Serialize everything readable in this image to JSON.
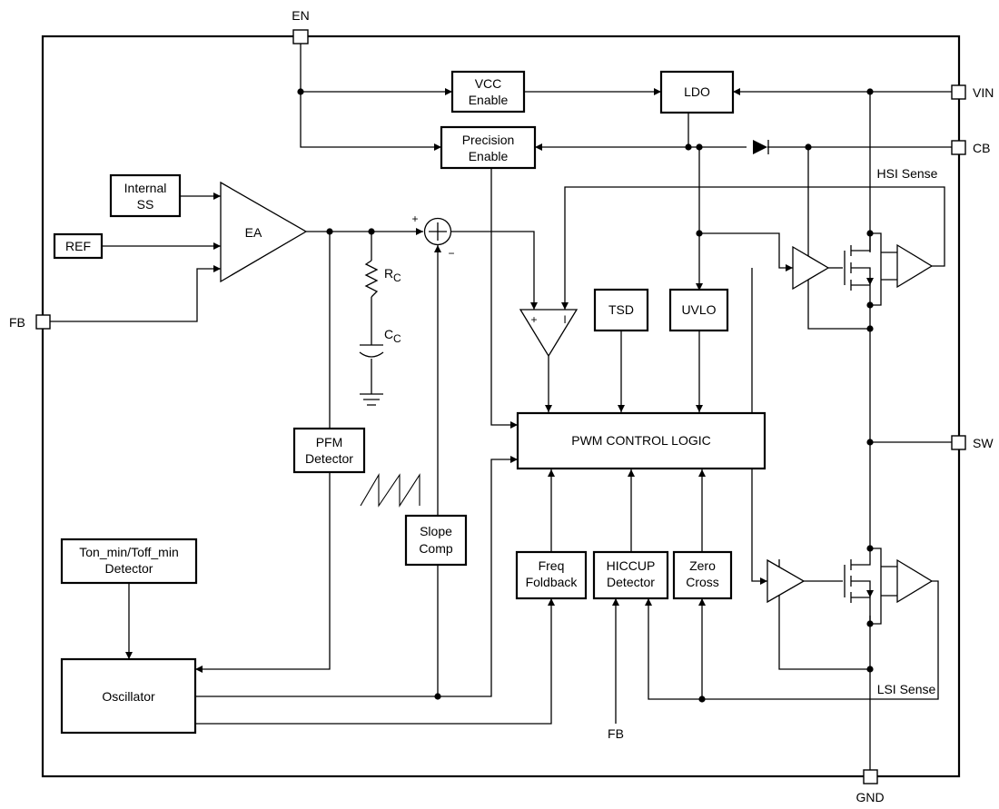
{
  "pins": {
    "en": "EN",
    "vin": "VIN",
    "cb": "CB",
    "sw": "SW",
    "gnd": "GND",
    "fb_left": "FB",
    "fb_bottom": "FB"
  },
  "blocks": {
    "vcc_enable": [
      "VCC",
      "Enable"
    ],
    "ldo": "LDO",
    "precision_enable": [
      "Precision",
      "Enable"
    ],
    "internal_ss": [
      "Internal",
      "SS"
    ],
    "ref": "REF",
    "ea": "EA",
    "tsd": "TSD",
    "uvlo": "UVLO",
    "pwm_control_logic": "PWM CONTROL LOGIC",
    "pfm_detector": [
      "PFM",
      "Detector"
    ],
    "slope_comp": [
      "Slope",
      "Comp"
    ],
    "freq_foldback": [
      "Freq",
      "Foldback"
    ],
    "hiccup_detector": [
      "HICCUP",
      "Detector"
    ],
    "zero_cross": [
      "Zero",
      "Cross"
    ],
    "ton_toff_detector": [
      "Ton_min/Toff_min",
      "Detector"
    ],
    "oscillator": "Oscillator"
  },
  "labels": {
    "hsi_sense": "HSI Sense",
    "lsi_sense": "LSI Sense",
    "rc": "R",
    "rc_sub": "C",
    "cc": "C",
    "cc_sub": "C",
    "sum_plus": "+",
    "sum_minus": "−",
    "comp_plus": "+",
    "comp_i": "I"
  }
}
